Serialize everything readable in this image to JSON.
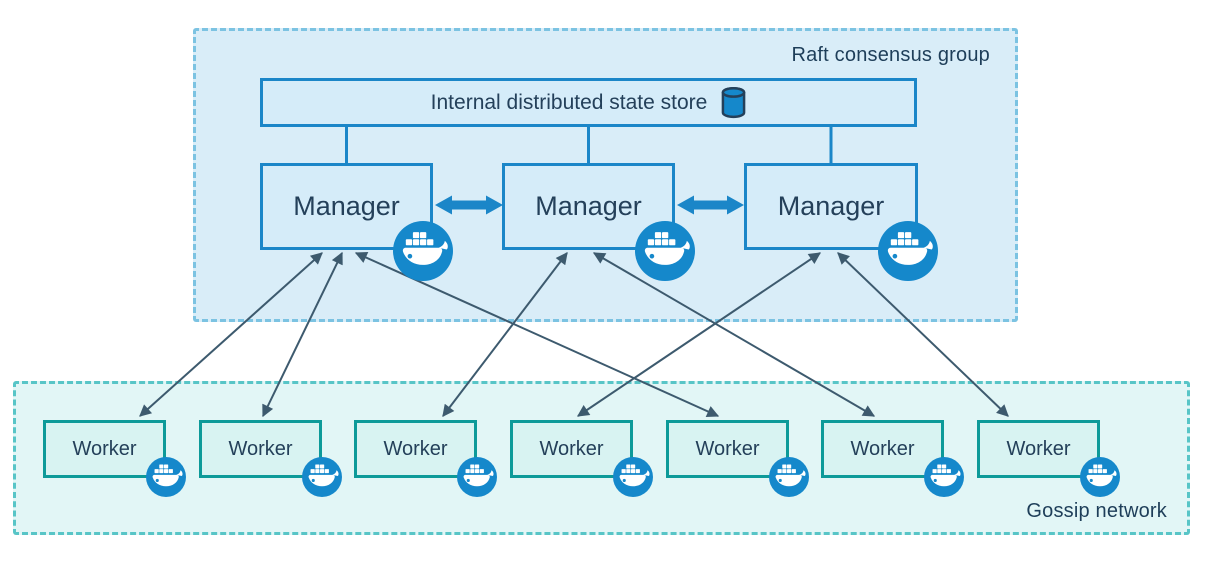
{
  "raft_group": {
    "label": "Raft consensus group",
    "state_store": {
      "label": "Internal distributed state store",
      "icon": "database-cylinder-icon"
    },
    "managers": [
      {
        "id": "manager-1",
        "label": "Manager",
        "badge": "docker-whale-icon"
      },
      {
        "id": "manager-2",
        "label": "Manager",
        "badge": "docker-whale-icon"
      },
      {
        "id": "manager-3",
        "label": "Manager",
        "badge": "docker-whale-icon"
      }
    ]
  },
  "gossip_group": {
    "label": "Gossip network",
    "workers": [
      {
        "id": "worker-1",
        "label": "Worker",
        "badge": "docker-whale-icon"
      },
      {
        "id": "worker-2",
        "label": "Worker",
        "badge": "docker-whale-icon"
      },
      {
        "id": "worker-3",
        "label": "Worker",
        "badge": "docker-whale-icon"
      },
      {
        "id": "worker-4",
        "label": "Worker",
        "badge": "docker-whale-icon"
      },
      {
        "id": "worker-5",
        "label": "Worker",
        "badge": "docker-whale-icon"
      },
      {
        "id": "worker-6",
        "label": "Worker",
        "badge": "docker-whale-icon"
      },
      {
        "id": "worker-7",
        "label": "Worker",
        "badge": "docker-whale-icon"
      }
    ]
  },
  "connections": {
    "state_store_to_managers": [
      "manager-1",
      "manager-2",
      "manager-3"
    ],
    "manager_to_manager_bidirectional": [
      "manager-1 <-> manager-2",
      "manager-2 <-> manager-3"
    ],
    "manager_to_worker_bidirectional": [
      "manager-1 <-> worker-1",
      "manager-1 <-> worker-2",
      "manager-1 <-> worker-5",
      "manager-2 <-> worker-3",
      "manager-2 <-> worker-6",
      "manager-3 <-> worker-4",
      "manager-3 <-> worker-7"
    ]
  },
  "colors": {
    "raft_fill": "#d9edf8",
    "raft_border": "#7cc3e2",
    "blue_node_fill": "#d5ecf9",
    "blue_node_border": "#1b86c8",
    "gossip_fill": "#e2f6f6",
    "gossip_border": "#58c5c7",
    "worker_fill": "#d8f3f2",
    "worker_border": "#0d9a99",
    "docker_blue": "#1588cb",
    "thin_arrow": "#3d5a6e",
    "text": "#24405a"
  }
}
